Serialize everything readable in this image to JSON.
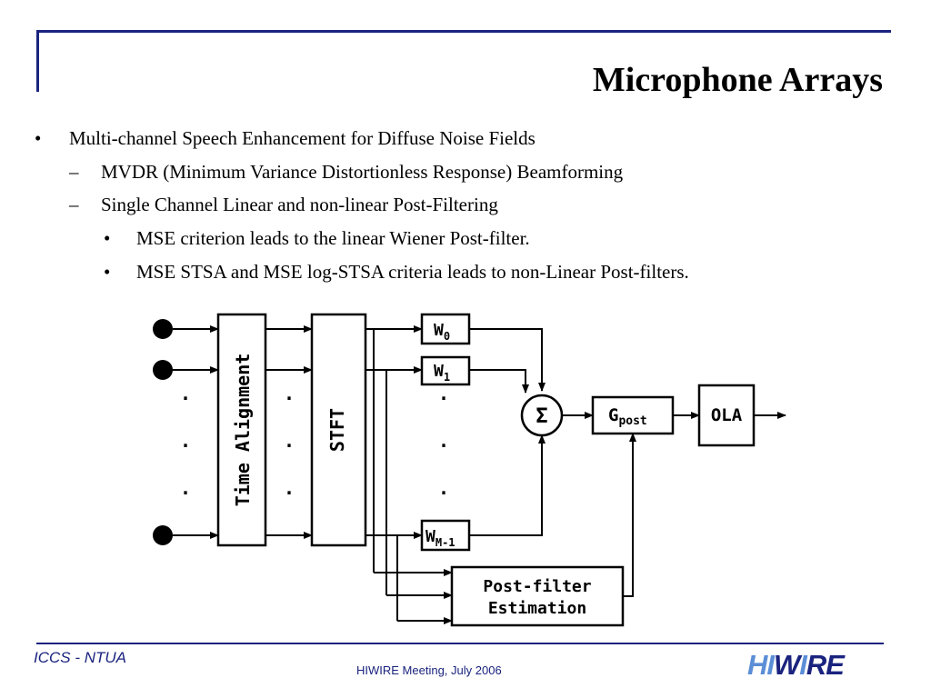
{
  "slide": {
    "title": "Microphone Arrays",
    "bullets": [
      {
        "level": 1,
        "marker": "•",
        "text": "Multi-channel Speech Enhancement for Diffuse Noise Fields"
      },
      {
        "level": 2,
        "marker": "–",
        "text": "MVDR (Minimum Variance Distortionless Response) Beamforming"
      },
      {
        "level": 2,
        "marker": "–",
        "text": "Single Channel Linear and non-linear Post-Filtering"
      },
      {
        "level": 3,
        "marker": "•",
        "text": "MSE criterion leads to the linear Wiener Post-filter."
      },
      {
        "level": 3,
        "marker": "•",
        "text": "MSE STSA and MSE log-STSA criteria leads to non-Linear Post-filters."
      }
    ]
  },
  "diagram": {
    "time_alignment": "Time Alignment",
    "stft": "STFT",
    "w0_base": "W",
    "w0_sub": "0",
    "w1_base": "W",
    "w1_sub": "1",
    "wm_base": "W",
    "wm_sub": "M-1",
    "sum": "Σ",
    "gpost_base": "G",
    "gpost_sub": "post",
    "ola": "OLA",
    "postfilter_line1": "Post-filter",
    "postfilter_line2": "Estimation",
    "dot": "."
  },
  "footer": {
    "left": "ICCS - NTUA",
    "center": "HIWIRE Meeting, July 2006",
    "logo_hi": "HI",
    "logo_w": "W",
    "logo_i": "I",
    "logo_re": "RE"
  },
  "colors": {
    "accent": "#1a237e",
    "logo_light": "#5b8ed6"
  }
}
